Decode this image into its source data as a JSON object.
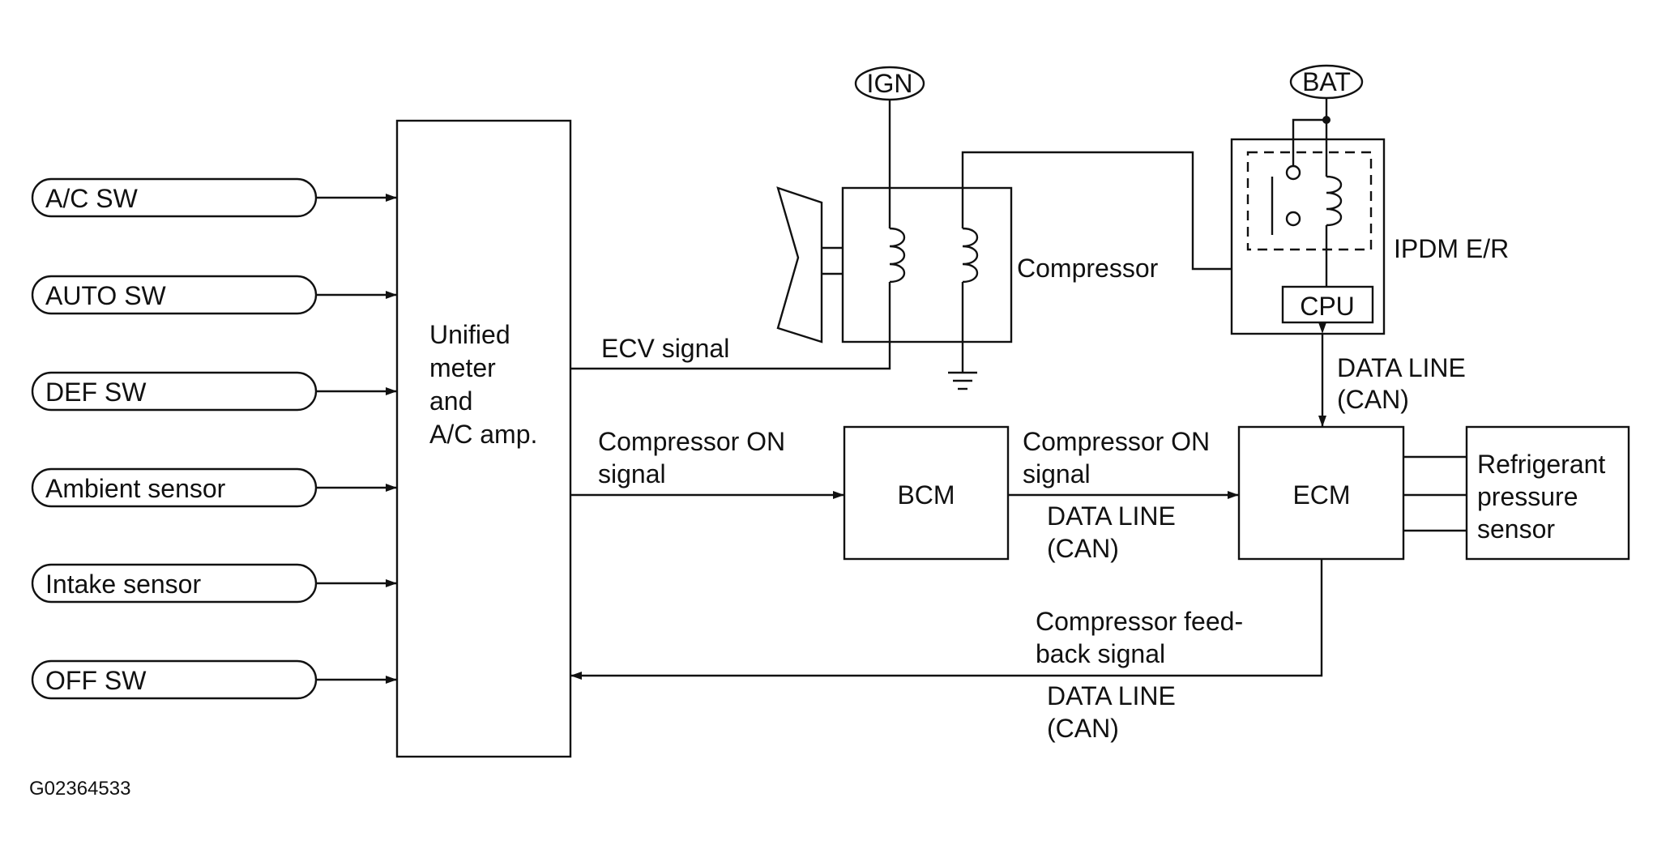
{
  "inputs": [
    "A/C SW",
    "AUTO SW",
    "DEF SW",
    "Ambient sensor",
    "Intake sensor",
    "OFF SW"
  ],
  "amp_label": [
    "Unified",
    "meter",
    "and",
    "A/C amp."
  ],
  "ecv_signal": "ECV signal",
  "ign": "IGN",
  "bat": "BAT",
  "compressor": "Compressor",
  "ipdm": "IPDM E/R",
  "cpu": "CPU",
  "data_line_ipdm": [
    "DATA LINE",
    "(CAN)"
  ],
  "comp_on_signal_1": [
    "Compressor ON",
    "signal"
  ],
  "bcm": "BCM",
  "comp_on_signal_2": [
    "Compressor ON",
    "signal"
  ],
  "data_line_bcm": [
    "DATA LINE",
    "(CAN)"
  ],
  "ecm": "ECM",
  "refrigerant_sensor": [
    "Refrigerant",
    "pressure",
    "sensor"
  ],
  "feedback_signal": [
    "Compressor feed-",
    "back signal"
  ],
  "data_line_feedback": [
    "DATA LINE",
    "(CAN)"
  ],
  "figure_id": "G02364533"
}
